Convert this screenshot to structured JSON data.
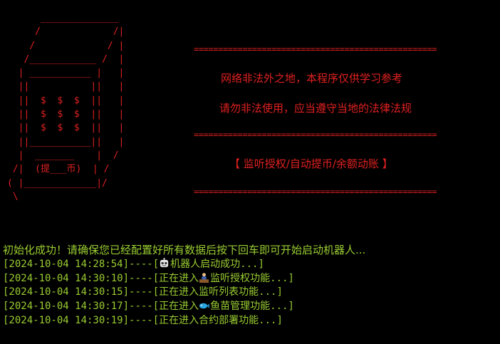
{
  "ascii_art": "      ______________\n     /             /|\n    /             / |\n   /____________ /  |\n  | ___________ |   |\n  ||           ||   |\n  ||  $  $  $  ||   |\n  ||  $  $  $  ||   |\n  ||  $  $  $  ||   |\n  ||___________||   |\n  |  _______    |  /\n /|  (提___币)  | /\n( |_____________|/\n \\",
  "banner": {
    "rule": "==================================================",
    "notice_line_1": "网络非法外之地，本程序仅供学习参考",
    "notice_line_2": "请勿非法使用，应当遵守当地的法律法规",
    "features": "【 监听授权/自动提币/余额动账 】"
  },
  "log": {
    "init_message": "初始化成功！请确保您已经配置好所有数据后按下回车即可开始启动机器人...",
    "entries": [
      {
        "time": "[2024-10-04 14:28:54]",
        "sep": "----",
        "open": "[",
        "icon": "robot-icon",
        "text": "机器人启动成功...]"
      },
      {
        "time": "[2024-10-04 14:30:10]",
        "sep": "----",
        "open": "[正在进入",
        "icon": "person-at-desk-icon",
        "text": "监听授权功能...]"
      },
      {
        "time": "[2024-10-04 14:30:15]",
        "sep": "----",
        "open": "[正在进入",
        "icon": "",
        "text": "监听列表功能...]"
      },
      {
        "time": "[2024-10-04 14:30:17]",
        "sep": "----",
        "open": "[正在进入",
        "icon": "fish-icon",
        "text": "鱼苗管理功能...]"
      },
      {
        "time": "[2024-10-04 14:30:19]",
        "sep": "----",
        "open": "[正在进入",
        "icon": "",
        "text": "合约部署功能...]"
      }
    ]
  },
  "colors": {
    "background": "#000000",
    "banner_red": "#e02020",
    "log_green": "#9acd32"
  }
}
